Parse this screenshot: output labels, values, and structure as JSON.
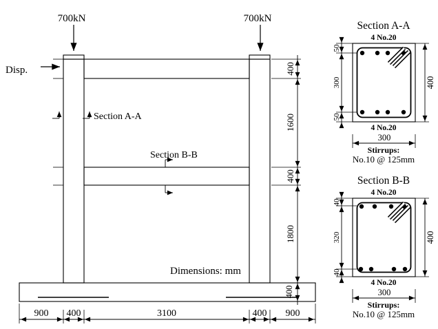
{
  "colors": {
    "concrete_fill": "#c6c6c6",
    "line_color": "#000000"
  },
  "frame": {
    "loads": [
      "700kN",
      "700kN"
    ],
    "disp_label": "Disp.",
    "section_a_callout": "Section A-A",
    "section_b_callout": "Section B-B",
    "units_note": "Dimensions: mm",
    "height_dims": [
      "400",
      "1600",
      "400",
      "1800",
      "400"
    ],
    "width_dims": [
      "900",
      "400",
      "3100",
      "400",
      "900"
    ]
  },
  "sections": [
    {
      "title": "Section A-A",
      "top_bars": "4 No.20",
      "bottom_bars": "4 No.20",
      "side_dims": [
        "50",
        "300",
        "50"
      ],
      "depth_dim": "400",
      "width_dim": "300",
      "stirrups_label": "Stirrups:",
      "stirrups_spec": "No.10 @ 125mm"
    },
    {
      "title": "Section B-B",
      "top_bars": "4 No.20",
      "bottom_bars": "4 No.20",
      "side_dims": [
        "40",
        "320",
        "40"
      ],
      "depth_dim": "400",
      "width_dim": "300",
      "stirrups_label": "Stirrups:",
      "stirrups_spec": "No.10 @ 125mm"
    }
  ]
}
